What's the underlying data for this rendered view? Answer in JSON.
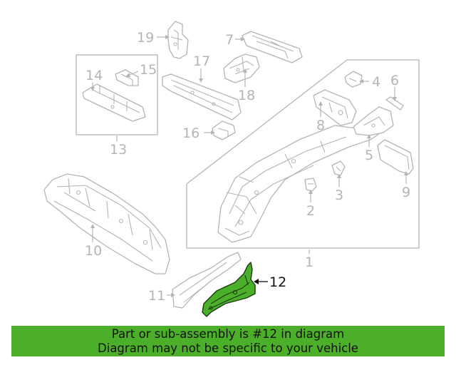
{
  "banner": {
    "line1": "Part or sub-assembly is #12 in diagram",
    "line2": "Diagram may not be specific to your vehicle",
    "background": "#4caf2a"
  },
  "highlight_color": "#4caf2a",
  "callouts": {
    "c1": "1",
    "c2": "2",
    "c3": "3",
    "c4": "4",
    "c5": "5",
    "c6": "6",
    "c7": "7",
    "c8": "8",
    "c9": "9",
    "c10": "10",
    "c11": "11",
    "c12": "12",
    "c13": "13",
    "c14": "14",
    "c15": "15",
    "c16": "16",
    "c17": "17",
    "c18": "18",
    "c19": "19"
  }
}
